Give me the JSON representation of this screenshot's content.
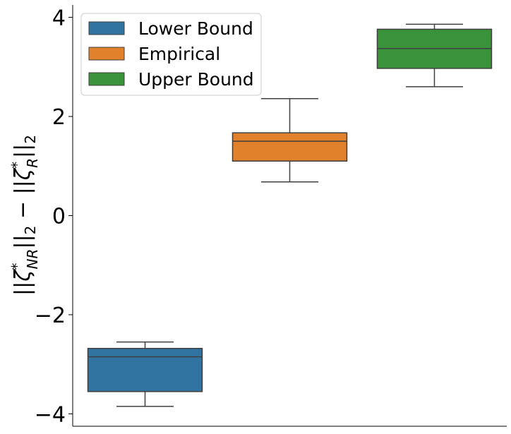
{
  "chart_data": {
    "type": "box",
    "title": "",
    "xlabel": "",
    "ylabel": "||ζ*NR||2 − ||ζ*R||2",
    "ylabel_parts": {
      "open1": "||",
      "zeta1": "ζ",
      "star1": "*",
      "sub1": "NR",
      "close1": "||",
      "two1": "2",
      "minus": " − ",
      "open2": "||",
      "zeta2": "ζ",
      "star2": "*",
      "sub2": "R",
      "close2": "||",
      "two2": "2"
    },
    "ylim": [
      -4.25,
      4.25
    ],
    "yticks": [
      -4,
      -2,
      0,
      2,
      4
    ],
    "ytick_labels": [
      "−4",
      "−2",
      "0",
      "2",
      "4"
    ],
    "grid": false,
    "legend_position": "top-left",
    "series": [
      {
        "name": "Lower Bound",
        "color": "#3274a1",
        "whisker_low": -3.85,
        "q1": -3.55,
        "median": -2.85,
        "q3": -2.68,
        "whisker_high": -2.55
      },
      {
        "name": "Empirical",
        "color": "#e1812c",
        "whisker_low": 0.68,
        "q1": 1.1,
        "median": 1.5,
        "q3": 1.67,
        "whisker_high": 2.36
      },
      {
        "name": "Upper Bound",
        "color": "#3a923a",
        "whisker_low": 2.6,
        "q1": 2.97,
        "median": 3.37,
        "q3": 3.76,
        "whisker_high": 3.86
      }
    ]
  }
}
